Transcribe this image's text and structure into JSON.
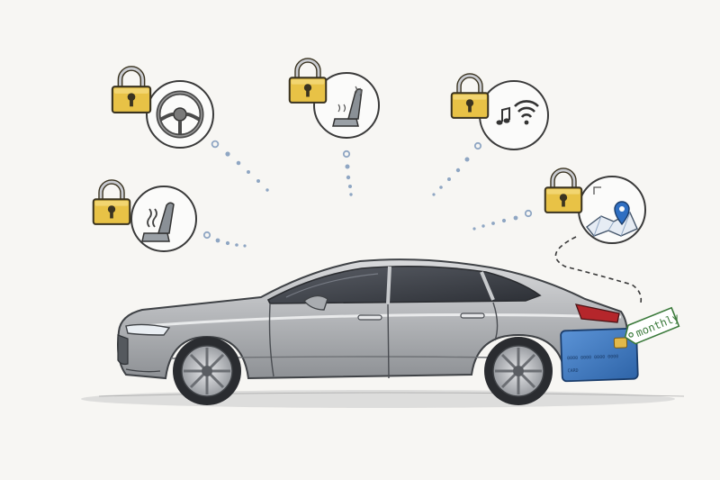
{
  "features": [
    {
      "name": "steering-wheel-heating",
      "icon": "steering-wheel-icon",
      "locked": true
    },
    {
      "name": "seat-ventilation",
      "icon": "ventilated-seat-icon",
      "locked": true
    },
    {
      "name": "connectivity-audio",
      "icon": "wifi-music-icon",
      "locked": true
    },
    {
      "name": "heated-seats",
      "icon": "heated-seat-icon",
      "locked": true
    },
    {
      "name": "navigation",
      "icon": "map-pin-icon",
      "locked": true
    }
  ],
  "tag": {
    "label": "monthly"
  },
  "card": {
    "number_text": "0000 0000 0000 0000",
    "brand_text": "CARD"
  },
  "colors": {
    "lock_gold": "#e8c246",
    "lock_outline": "#3a3320",
    "car_body": "#b9bbbe",
    "card_blue": "#3f7ac4",
    "tag_green": "#3b7a3b",
    "dot_blue": "#8fa6c3"
  }
}
